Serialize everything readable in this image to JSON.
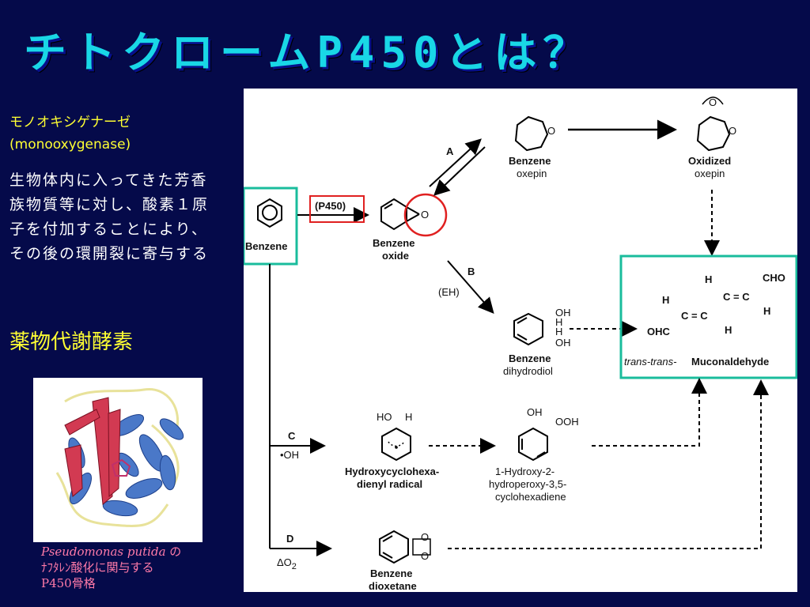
{
  "slide": {
    "title": "チトクロームP450とは？",
    "keyword_jp": "モノオキシゲナーゼ",
    "keyword_en": "(monooxygenase)",
    "description": "生物体内に入ってきた芳香族物質等に対し、酸素１原子を付加することにより、その後の環開裂に寄与する",
    "keyword_drug": "薬物代謝酵素",
    "caption_species": "Pseudomonas putida",
    "caption_rest_1": " の",
    "caption_rest_2": "ﾅﾌﾀﾚﾝ酸化に関与する",
    "caption_rest_3": "P450骨格"
  },
  "diagram": {
    "labels": {
      "benzene": "Benzene",
      "p450": "(P450)",
      "benzene_oxide_1": "Benzene",
      "benzene_oxide_2": "oxide",
      "benzene_oxepin_1": "Benzene",
      "benzene_oxepin_2": "oxepin",
      "oxidized_oxepin_1": "Oxidized",
      "oxidized_oxepin_2": "oxepin",
      "path_a": "A",
      "path_b": "B",
      "path_b_sub": "(EH)",
      "path_c": "C",
      "path_c_sub": "•OH",
      "path_d": "D",
      "path_d_sub": "ΔO",
      "path_d_sub2": "2",
      "dihydrodiol_1": "Benzene",
      "dihydrodiol_2": "dihydrodiol",
      "radical_1": "Hydroxycyclohexa-",
      "radical_2": "dienyl  radical",
      "hydroperoxy_1": "1-Hydroxy-2-",
      "hydroperoxy_2": "hydroperoxy-3,5-",
      "hydroperoxy_3": "cyclohexadiene",
      "dioxetane_1": "Benzene",
      "dioxetane_2": "dioxetane",
      "muconaldehyde_italic": "trans-trans-",
      "muconaldehyde_rest": "Muconaldehyde"
    }
  }
}
